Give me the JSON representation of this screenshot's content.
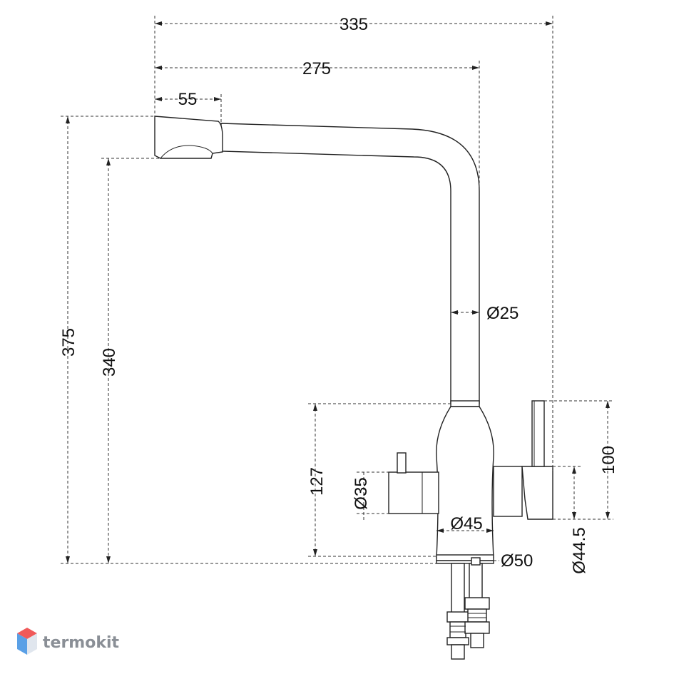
{
  "dimensions": {
    "overall_width": "335",
    "spout_reach": "275",
    "aerator_length": "55",
    "overall_height": "375",
    "spout_height": "340",
    "body_height": "127",
    "spout_tube_diameter": "Ø25",
    "side_handle_diameter": "Ø35",
    "body_diameter": "Ø45",
    "base_diameter": "Ø50",
    "filter_handle_height": "100",
    "filter_lever_diameter": "Ø44.5"
  },
  "brand": {
    "name": "termokit",
    "colors": {
      "logo_top": "#f05a5a",
      "logo_left": "#5aa0e6",
      "logo_right": "#e0e6ee",
      "text": "#8a8f96"
    }
  }
}
